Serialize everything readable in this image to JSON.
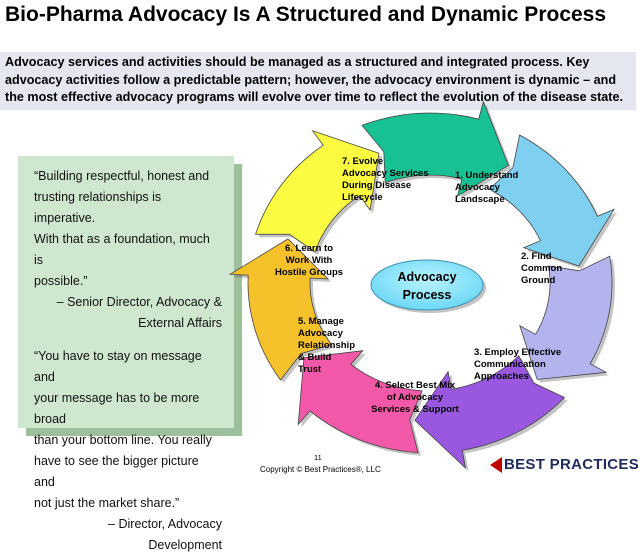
{
  "slide": {
    "title": "Bio-Pharma Advocacy Is A Structured and Dynamic Process",
    "subtitle": "Advocacy services and activities should be managed as a structured and integrated process. Key advocacy activities follow a predictable pattern; however, the advocacy environment is dynamic – and the most effective advocacy programs will evolve over time to reflect the evolution of the disease state."
  },
  "quotes": [
    {
      "text": "“Building respectful, honest and\ntrusting relationships is imperative.\nWith that as a foundation, much is\npossible.”",
      "attribution": "– Senior Director, Advocacy &\nExternal Affairs"
    },
    {
      "text": "“You have to stay on message and\nyour message has to be more broad\nthan your bottom line. You really\nhave to see the bigger picture and\nnot just the market share.”",
      "attribution": "– Director, Advocacy Development"
    }
  ],
  "cycle": {
    "center_label": "Advocacy\nProcess",
    "steps": [
      {
        "label": "1. Understand\nAdvocacy\nLandscape",
        "color": "#7fd0f0"
      },
      {
        "label": "2. Find\nCommon\nGround",
        "color": "#b3b3ee"
      },
      {
        "label": "3. Employ Effective\nCommunication\nApproaches",
        "color": "#9a58e0"
      },
      {
        "label": "4. Select Best Mix\nof Advocacy\nServices & Support",
        "color": "#f458a8"
      },
      {
        "label": "5. Manage\nAdvocacy\nRelationship\n& Build\nTrust",
        "color": "#f6c22c"
      },
      {
        "label": "6. Learn to\nWork With\nHostile Groups",
        "color": "#fbfb42"
      },
      {
        "label": "7. Evolve\nAdvocacy Services\nDuring Disease\nLifecycle",
        "color": "#18c194"
      }
    ]
  },
  "footer": {
    "page_number": "11",
    "copyright": "Copyright © Best Practices®, LLC",
    "logo_text": "BEST PRACTICES"
  }
}
